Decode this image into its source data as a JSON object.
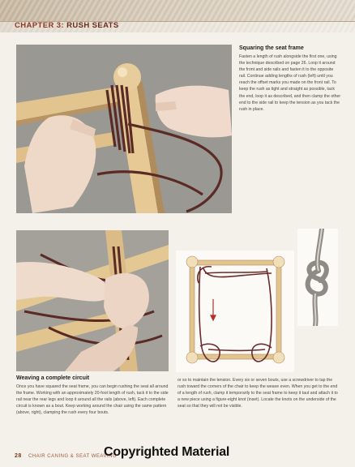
{
  "header": {
    "chapter_label": "CHAPTER 3:",
    "chapter_name": "RUSH SEATS"
  },
  "section_squaring": {
    "title": "Squaring the seat frame",
    "body": "Fasten a length of rush alongside the first one, using the technique described on page 26. Loop it around the front and side rails and fasten it to the opposite rail. Continue adding lengths of rush (left) until you reach the offset marks you made on the front rail. To keep the rush as tight and straight as possible, tack the end, loop it as described, and then clamp the other end to the side rail to keep the tension as you tack the rush in place."
  },
  "section_weaving": {
    "title": "Weaving a complete circuit",
    "body_left": "Once you have squared the seat frame, you can begin rushing the seat all around the frame. Working with an approximately 20-foot length of rush, tack it to the side rail near the rear legs and loop it around all the rails (above, left). Each complete circuit is known as a bout. Keep working around the chair using the same pattern (above, right), clamping the rush every four bouts.",
    "body_right": "or so to maintain the tension. Every six or seven bouts, use a screwdriver to tap the rush toward the corners of the chair to keep the weave even. When you get to the end of a length of rush, clamp it temporarily to the seat frame to keep it taut and attach it to a new piece using a figure-eight knot (inset). Locate the knots on the underside of the seat so that they will not be visible."
  },
  "footer": {
    "page_number": "28",
    "book_title": "CHAIR CANING & SEAT WEAVING"
  },
  "watermark": "Copyrighted Material",
  "colors": {
    "chapter_red": "#8b3a25",
    "rush_brown": "#5a2a25",
    "wood": "#e2c48f",
    "photo_bg": "#9a9893"
  }
}
